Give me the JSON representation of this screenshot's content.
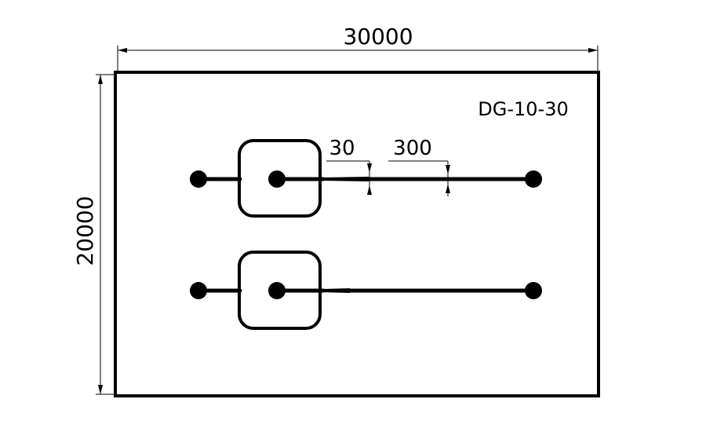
{
  "dimensions": {
    "width_label": "30000",
    "height_label": "20000"
  },
  "device_label": "DG-10-30",
  "feature_dims": {
    "gap_label": "30",
    "length_label": "300"
  },
  "colors": {
    "stroke": "#000000",
    "background": "#ffffff"
  }
}
